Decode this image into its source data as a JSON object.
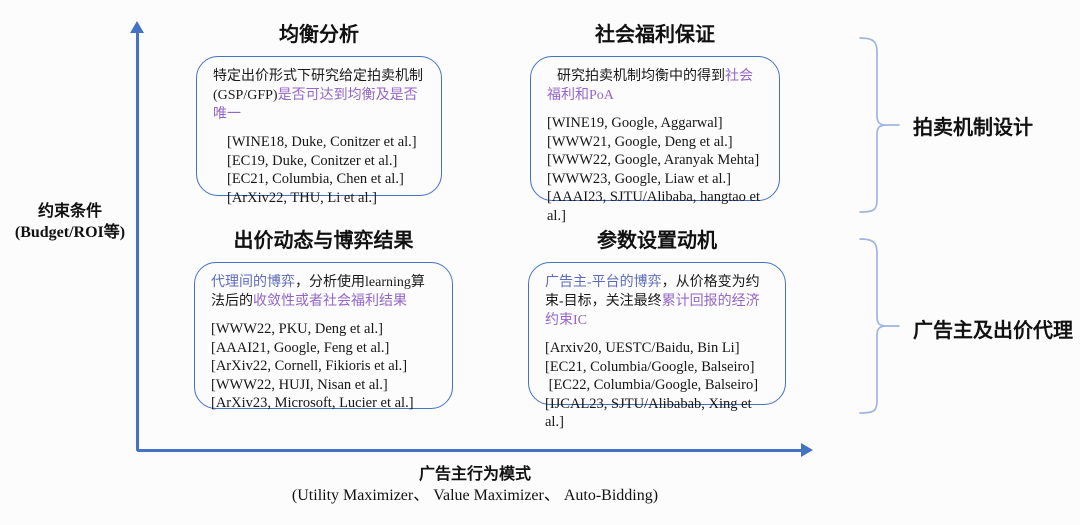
{
  "axes": {
    "y": {
      "label_line1": "约束条件",
      "label_line2": "(Budget/ROI等)"
    },
    "x": {
      "label_line1": "广告主行为模式",
      "label_line2": "(Utility Maximizer、 Value Maximizer、 Auto-Bidding)"
    }
  },
  "quadrants": [
    {
      "title": "均衡分析",
      "desc": [
        {
          "text": "特定出价形式下研究给定拍卖机制(GSP/GFP)",
          "style": "black"
        },
        {
          "text": "是否可达到均衡及是否唯一",
          "style": "purple"
        }
      ],
      "citations": [
        "[WINE18, Duke, Conitzer et al.]",
        "[EC19, Duke, Conitzer et al.]",
        "[EC21, Columbia, Chen et al.]",
        "[ArXiv22, THU, Li et al.]"
      ]
    },
    {
      "title": "社会福利保证",
      "desc": [
        {
          "text": "研究拍卖机制均衡中的得到",
          "style": "black"
        },
        {
          "text": "社会福利和PoA",
          "style": "purple"
        }
      ],
      "citations": [
        "[WINE19, Google, Aggarwal]",
        "[WWW21, Google, Deng et al.]",
        "[WWW22, Google, Aranyak Mehta]",
        "[WWW23, Google, Liaw et al.]",
        "[AAAI23, SJTU/Alibaba, hangtao et al.]"
      ]
    },
    {
      "title": "出价动态与博弈结果",
      "desc": [
        {
          "text": "代理间的博弈",
          "style": "blue"
        },
        {
          "text": "，分析使用learning算法后的",
          "style": "black"
        },
        {
          "text": "收敛性或者社会福利结果",
          "style": "purple"
        }
      ],
      "citations": [
        "[WWW22, PKU, Deng et al.]",
        "[AAAI21, Google, Feng et al.]",
        "[ArXiv22, Cornell, Fikioris et al.]",
        "[WWW22, HUJI, Nisan et al.]",
        "[ArXiv23, Microsoft, Lucier et al.]"
      ]
    },
    {
      "title": "参数设置动机",
      "desc": [
        {
          "text": "广告主-平台的博弈",
          "style": "blue"
        },
        {
          "text": "，从价格变为约束-目标，关注最终",
          "style": "black"
        },
        {
          "text": "累计回报的经济约束IC",
          "style": "purple"
        }
      ],
      "citations": [
        "[Arxiv20, UESTC/Baidu, Bin Li]",
        "[EC21, Columbia/Google, Balseiro]",
        " [EC22, Columbia/Google, Balseiro]",
        "[IJCAL23, SJTU/Alibabab, Xing et al.]"
      ]
    }
  ],
  "braces": [
    {
      "label": "拍卖机制设计"
    },
    {
      "label": "广告主及出价代理"
    }
  ],
  "colors": {
    "axis_blue": "#4472C4",
    "box_border_blue": "#4472C4",
    "brace_blue": "#9FB6DF",
    "purple_text": "#9466C8",
    "slate_blue_text": "#5E6CBB",
    "black_text": "#1A1A1A"
  }
}
